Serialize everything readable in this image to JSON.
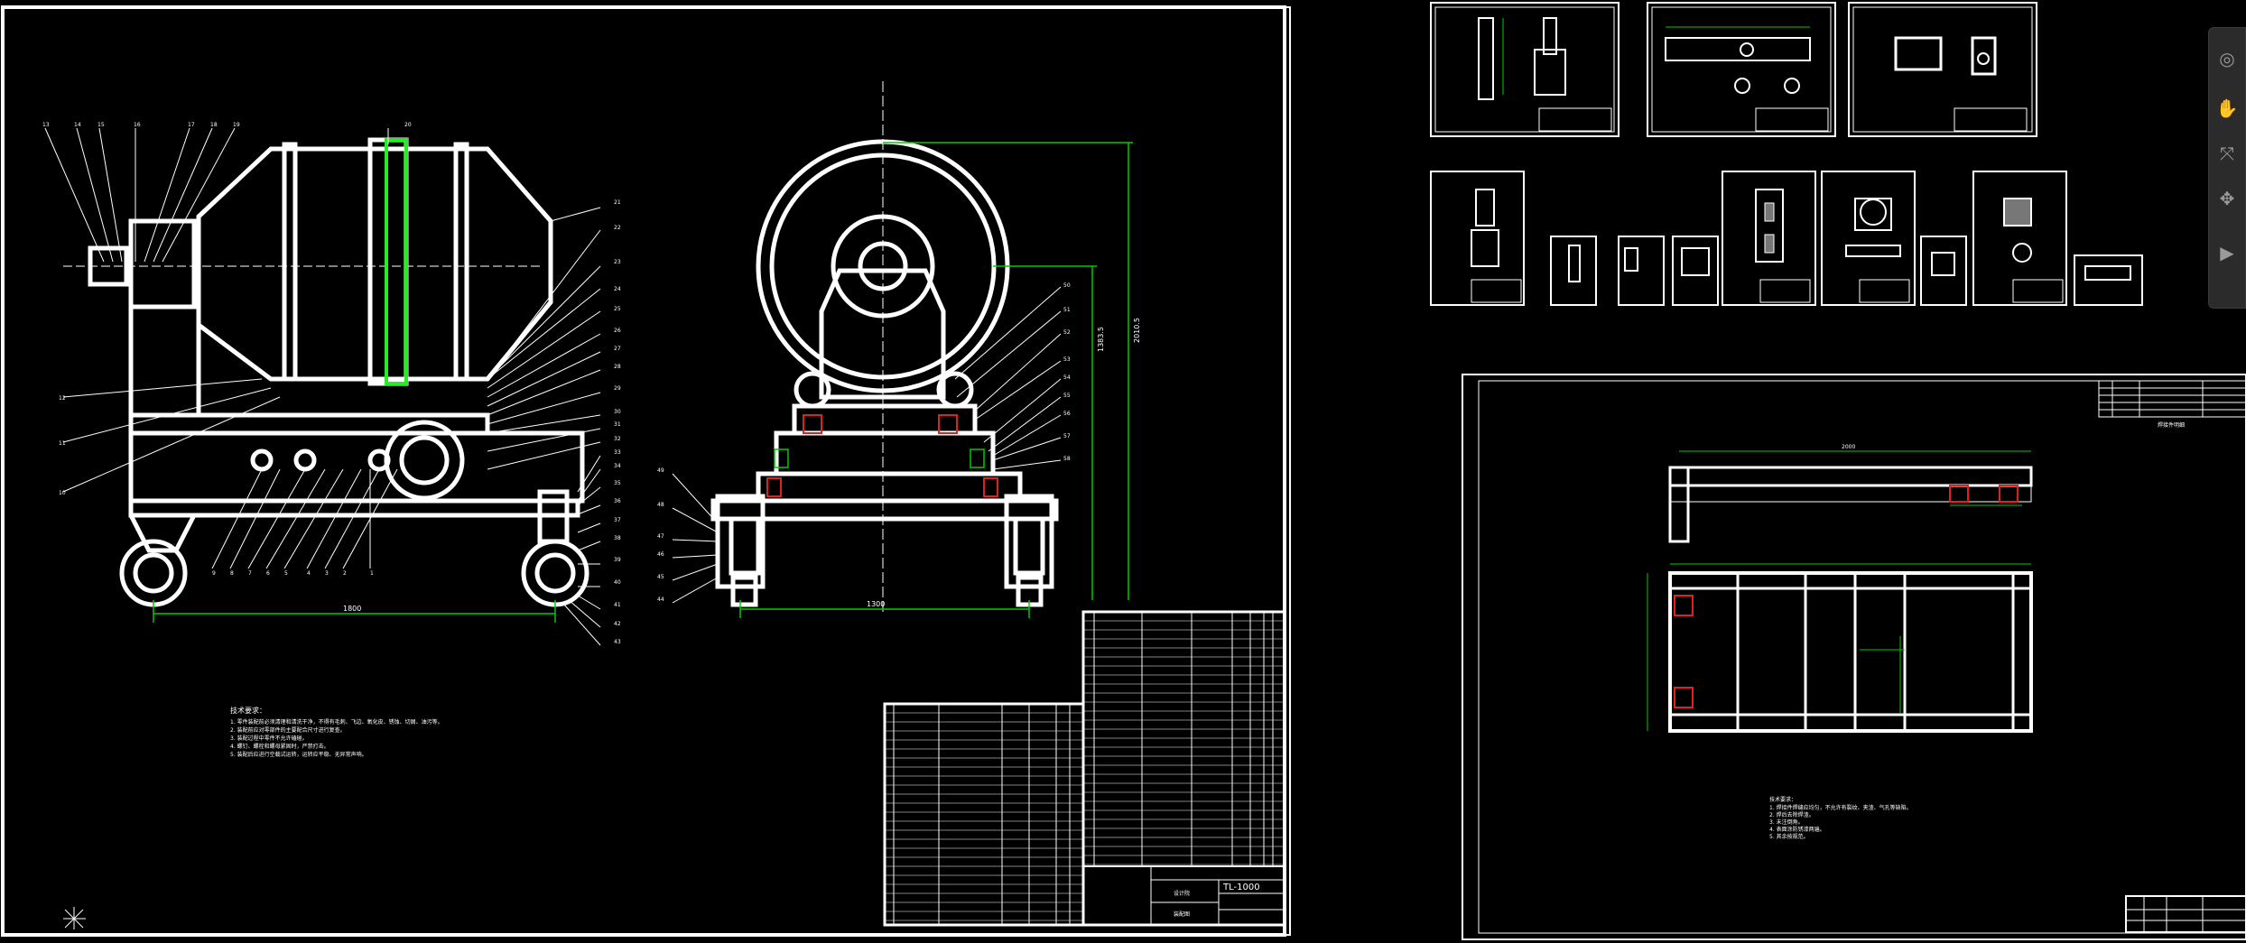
{
  "colors": {
    "background": "#000000",
    "lines": "#ffffff",
    "dimensions": "#00cc00",
    "highlight": "#22ee22",
    "hatch_red": "#dd2222",
    "rail_bg": "#2b2b2b",
    "rail_icon": "#9a9a9a"
  },
  "main_sheet": {
    "dimension_overall_width": "1800",
    "dimension_front_width": "1300",
    "dimension_vertical_1": "2010.5",
    "dimension_vertical_2": "1383.5",
    "notes_title": "技术要求：",
    "notes": [
      "1. 零件装配前必须清理和清洗干净，不得有毛刺、飞边、氧化皮、锈蚀、切屑、油污等。",
      "2. 装配前应对零部件的主要配合尺寸进行复查。",
      "3. 装配过程中零件不允许磕碰。",
      "4. 螺钉、螺栓和螺母紧固时，严禁打击。",
      "5. 装配后应进行空载试运转，运转应平稳、无异常声响。"
    ],
    "balloons_top": [
      "13",
      "14",
      "15",
      "16",
      "17",
      "18",
      "19",
      "20"
    ],
    "balloons_right": [
      "21",
      "22",
      "23",
      "24",
      "25",
      "26",
      "27",
      "28",
      "29",
      "30",
      "31",
      "32",
      "33",
      "34",
      "35",
      "36",
      "37",
      "38",
      "39",
      "40",
      "41",
      "42",
      "43"
    ],
    "balloons_left": [
      "12",
      "11",
      "10"
    ],
    "balloons_bottom": [
      "9",
      "8",
      "7",
      "6",
      "5",
      "4",
      "3",
      "2",
      "1"
    ],
    "balloons_front_left": [
      "49",
      "48",
      "47",
      "46",
      "45",
      "44"
    ],
    "balloons_front_right": [
      "50",
      "51",
      "52",
      "53",
      "54",
      "55",
      "56",
      "57",
      "58"
    ],
    "title_block": {
      "drawing_number": "TL-1000",
      "drawing_name": "装配图",
      "company": "设计院"
    }
  },
  "frame_sheet": {
    "dimension_top": "2000",
    "notes_title": "技术要求：",
    "notes": [
      "1. 焊接件焊缝应均匀，不允许有裂纹、夹渣、气孔等缺陷。",
      "2. 焊后去除焊渣。",
      "3. 未注倒角。",
      "4. 表面涂防锈漆两遍。",
      "5. 其余按规范。"
    ],
    "parts_list_title": "焊接件明细"
  },
  "toolbar": {
    "icons": [
      "steering-wheel-icon",
      "pan-icon",
      "zoom-icon",
      "orbit-icon",
      "showmotion-icon"
    ]
  }
}
